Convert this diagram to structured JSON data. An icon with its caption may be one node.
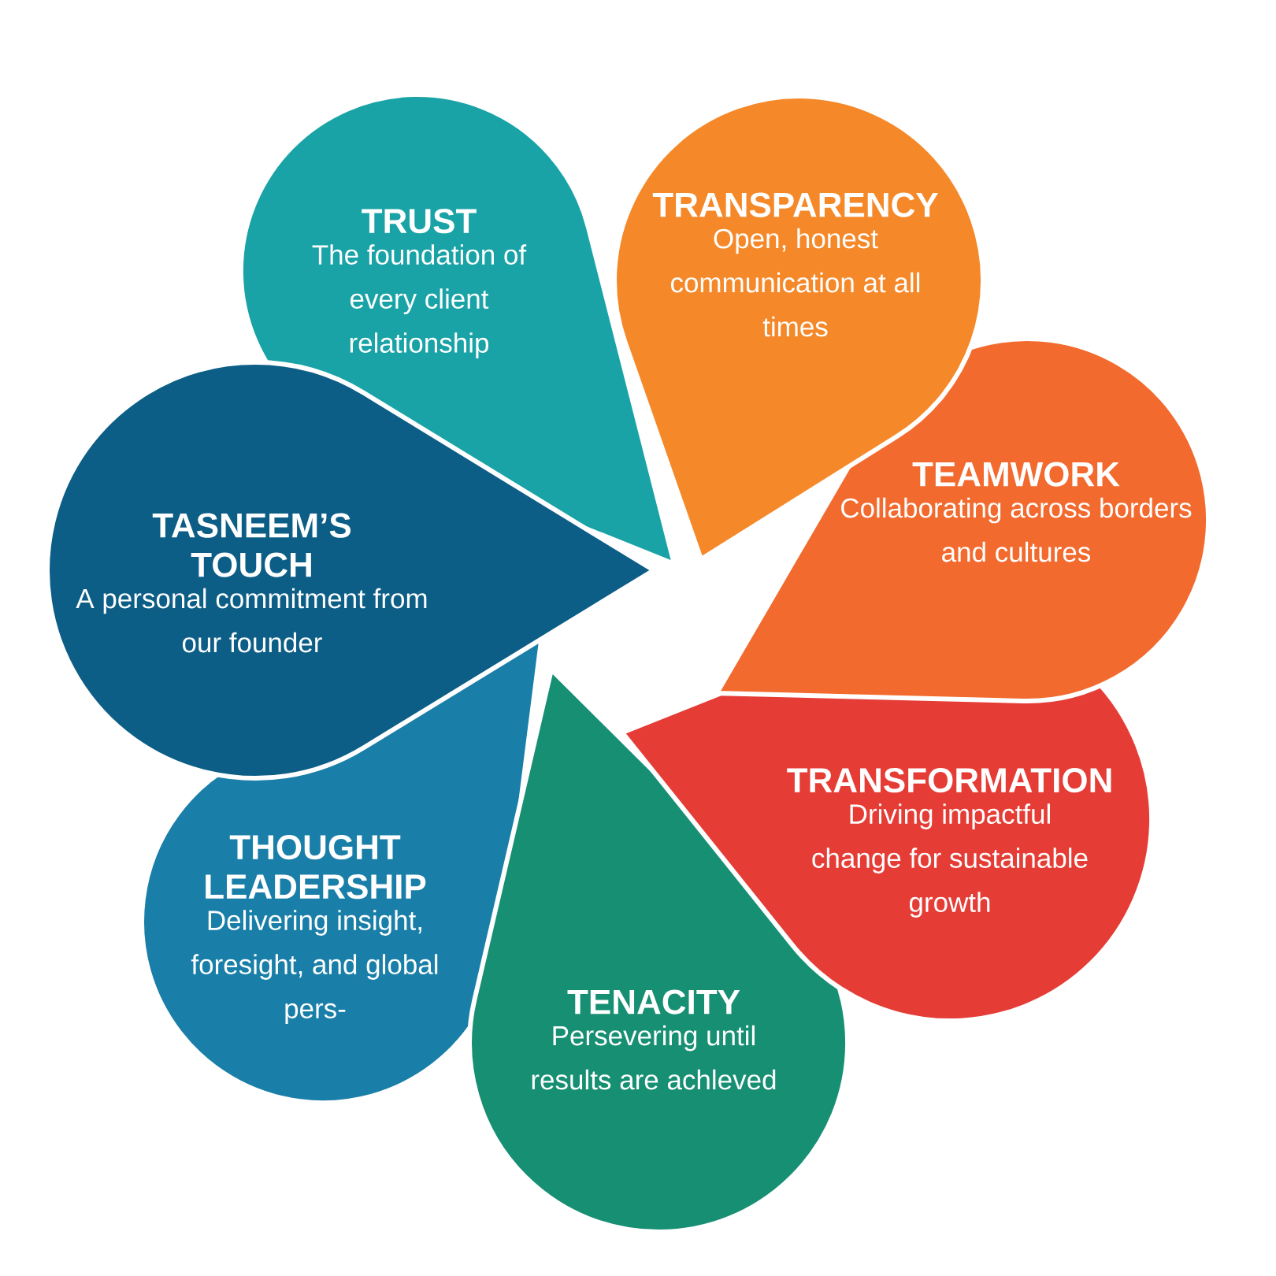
{
  "diagram": {
    "nodes": [
      {
        "text": [
          "TRUST",
          "The foundation of every client relationship"
        ]
      },
      {
        "text": [
          "TRANSPARENCY",
          "Open, honest communication at all times"
        ]
      },
      {
        "text": [
          "TEAMWORK",
          "Collaborating across borders and cultures"
        ]
      },
      {
        "text": [
          "TRANSFORMATION",
          "Driving impactful change for sustainable growth"
        ]
      },
      {
        "text": [
          "TENACITY",
          "Persevering until results are achleved"
        ]
      },
      {
        "text": [
          "THOUGHT LEADERSHIP",
          "Delivering insight, foresight, and global pers-"
        ]
      },
      {
        "text": [
          "TASNEEM’S TOUCH",
          "A personal commitment from our founder"
        ]
      }
    ]
  }
}
